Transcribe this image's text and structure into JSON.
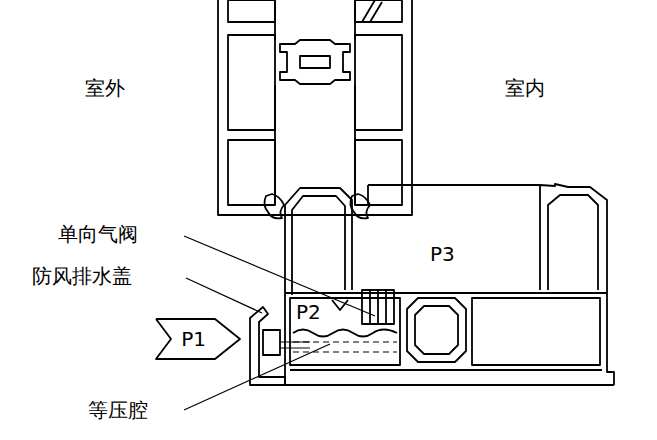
{
  "diagram": {
    "nodes": [
      {
        "text": [
          "P1"
        ]
      }
    ],
    "labels": [
      "室外",
      "室内",
      "单向气阀",
      "防风排水盖",
      "P3",
      "P2",
      "等压腔"
    ]
  }
}
